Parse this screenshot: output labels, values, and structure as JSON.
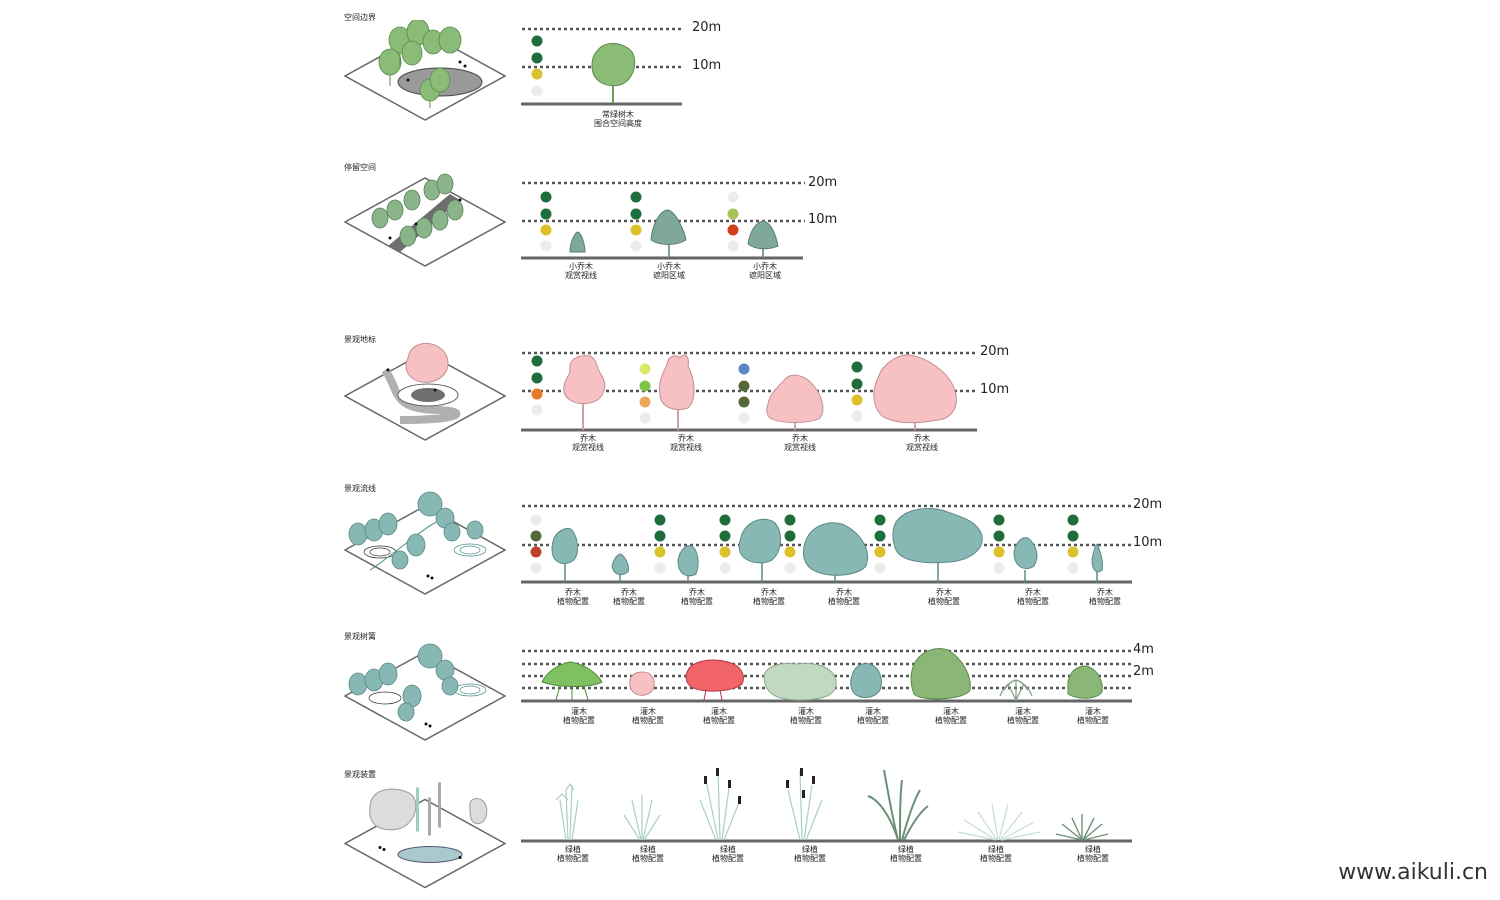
{
  "watermark": "www.aikuli.cn",
  "colors": {
    "evergreen": "#8abb77",
    "small_tree": "#7fa898",
    "landmark": "#f7c1c3",
    "flow": "#88b8b4",
    "dot_dark_green": "#1e6d3c",
    "dot_yellow": "#dcc12a",
    "dot_empty": "#ececec"
  },
  "sections": [
    {
      "title": "空间边界",
      "height_labels": [
        "20m",
        "10m"
      ],
      "items": [
        {
          "line1": "常绿树木",
          "line2": "围合空间高度"
        }
      ]
    },
    {
      "title": "停留空间",
      "height_labels": [
        "20m",
        "10m"
      ],
      "items": [
        {
          "line1": "小乔木",
          "line2": "观赏视线"
        },
        {
          "line1": "小乔木",
          "line2": "遮阳区域"
        },
        {
          "line1": "小乔木",
          "line2": "遮阳区域"
        }
      ]
    },
    {
      "title": "景观地标",
      "height_labels": [
        "20m",
        "10m"
      ],
      "items": [
        {
          "line1": "乔木",
          "line2": "观赏视线"
        },
        {
          "line1": "乔木",
          "line2": "观赏视线"
        },
        {
          "line1": "乔木",
          "line2": "观赏视线"
        },
        {
          "line1": "乔木",
          "line2": "观赏视线"
        }
      ]
    },
    {
      "title": "景观流线",
      "height_labels": [
        "20m",
        "10m"
      ],
      "items": [
        {
          "line1": "乔木",
          "line2": "植物配置"
        },
        {
          "line1": "乔木",
          "line2": "植物配置"
        },
        {
          "line1": "乔木",
          "line2": "植物配置"
        },
        {
          "line1": "乔木",
          "line2": "植物配置"
        },
        {
          "line1": "乔木",
          "line2": "植物配置"
        },
        {
          "line1": "乔木",
          "line2": "植物配置"
        },
        {
          "line1": "乔木",
          "line2": "植物配置"
        },
        {
          "line1": "乔木",
          "line2": "植物配置"
        }
      ]
    },
    {
      "title": "景观树篱",
      "height_labels": [
        "4m",
        "2m"
      ],
      "items": [
        {
          "line1": "灌木",
          "line2": "植物配置"
        },
        {
          "line1": "灌木",
          "line2": "植物配置"
        },
        {
          "line1": "灌木",
          "line2": "植物配置"
        },
        {
          "line1": "灌木",
          "line2": "植物配置"
        },
        {
          "line1": "灌木",
          "line2": "植物配置"
        },
        {
          "line1": "灌木",
          "line2": "植物配置"
        },
        {
          "line1": "灌木",
          "line2": "植物配置"
        },
        {
          "line1": "灌木",
          "line2": "植物配置"
        }
      ]
    },
    {
      "title": "景观装置",
      "height_labels": [],
      "items": [
        {
          "line1": "绿植",
          "line2": "植物配置"
        },
        {
          "line1": "绿植",
          "line2": "植物配置"
        },
        {
          "line1": "绿植",
          "line2": "植物配置"
        },
        {
          "line1": "绿植",
          "line2": "植物配置"
        },
        {
          "line1": "绿植",
          "line2": "植物配置"
        },
        {
          "line1": "绿植",
          "line2": "植物配置"
        },
        {
          "line1": "绿植",
          "line2": "植物配置"
        }
      ]
    }
  ]
}
